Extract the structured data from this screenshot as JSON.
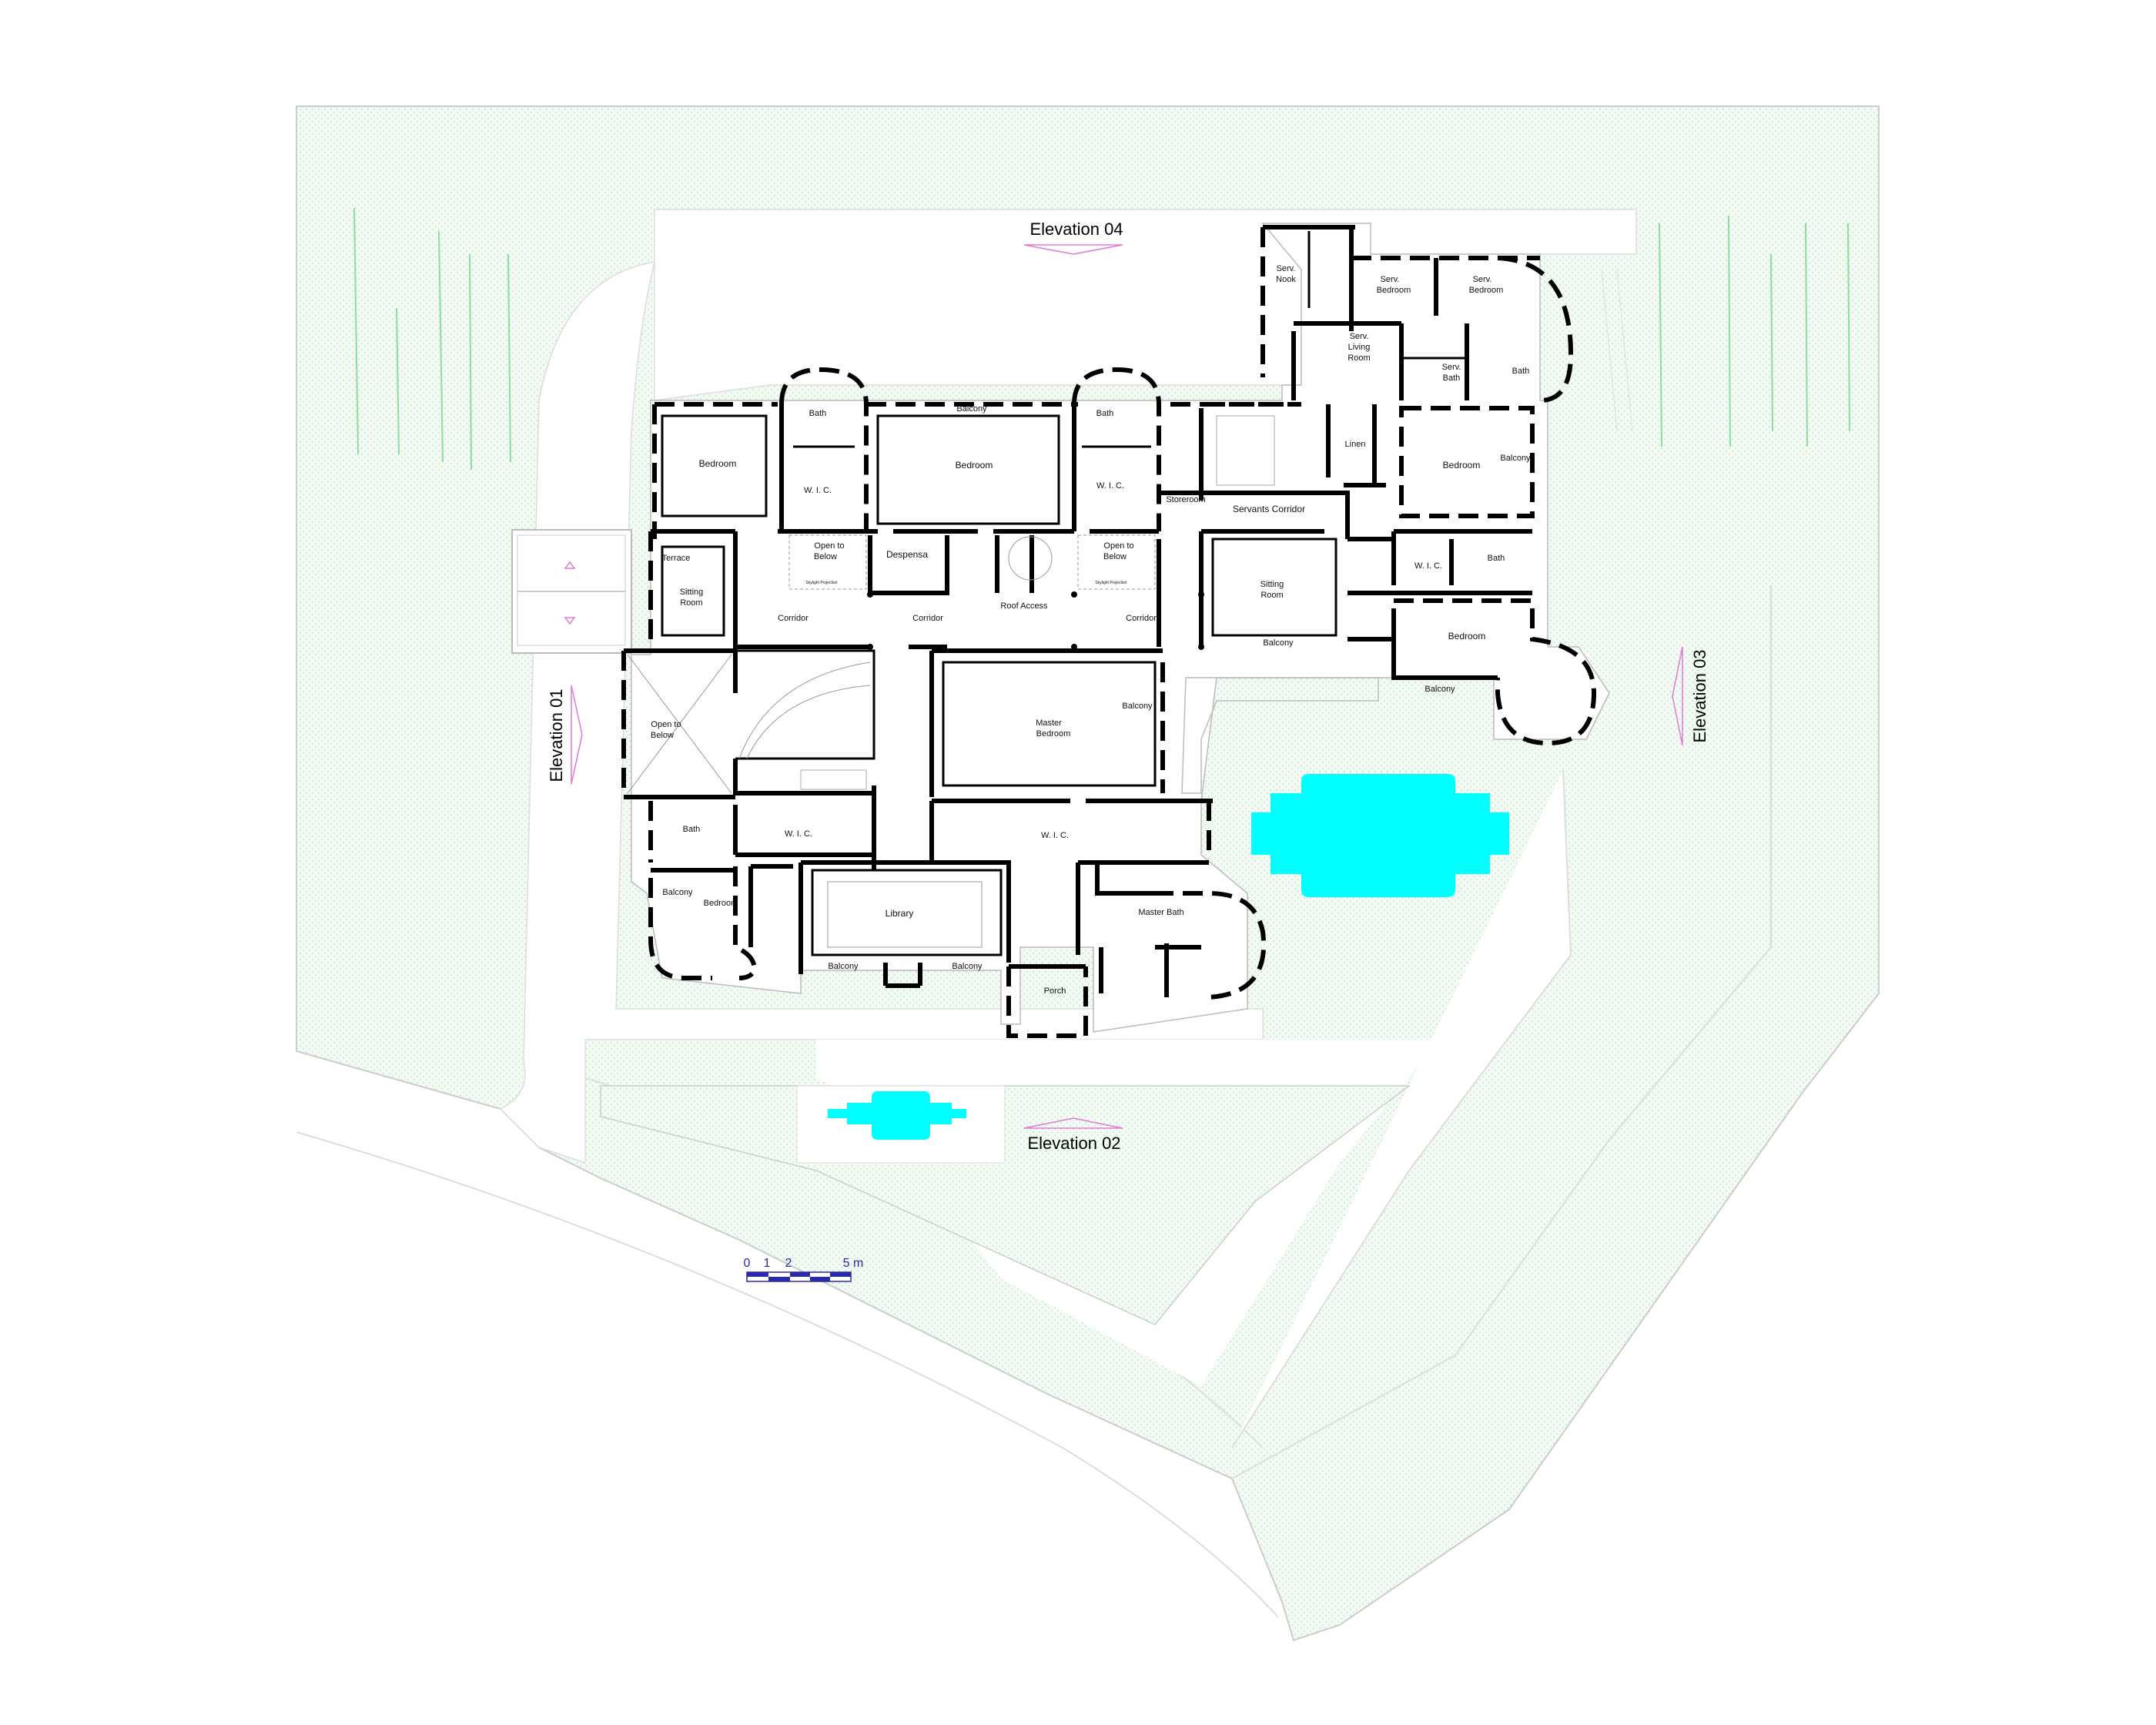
{
  "colors": {
    "lawn": "#eef6ee",
    "lawn_dot": "#bfe3c4",
    "pool": "#00ffff",
    "elevation_marker": "#e07ad8",
    "scale_bar": "#2a2aa8",
    "wall": "#000000"
  },
  "elevations": {
    "north": "Elevation 04",
    "south": "Elevation 02",
    "west": "Elevation 01",
    "east": "Elevation 03"
  },
  "rooms": {
    "serv_nook_1": "Serv.",
    "serv_nook_2": "Nook",
    "serv_bed1_1": "Serv.",
    "serv_bed1_2": "Bedroom",
    "serv_bed2_1": "Serv.",
    "serv_bed2_2": "Bedroom",
    "serv_living_1": "Serv.",
    "serv_living_2": "Living",
    "serv_living_3": "Room",
    "serv_bath_1": "Serv.",
    "serv_bath_2": "Bath",
    "bath_ne": "Bath",
    "bath_nw": "Bath",
    "bath_n": "Bath",
    "balcony_n": "Balcony",
    "bedroom_nw": "Bedroom",
    "bedroom_n": "Bedroom",
    "wic_nw": "W. I. C.",
    "wic_n": "W. I. C.",
    "linen": "Linen",
    "bedroom_ne": "Bedroom",
    "balcony_ne": "Balcony",
    "storeroom": "Storeroom",
    "servants_corridor": "Servants Corridor",
    "terrace": "Terrace",
    "sitting_w_1": "Sitting",
    "sitting_w_2": "Room",
    "open_below_1a": "Open to",
    "open_below_1b": "Below",
    "skylight_1": "Skylight Projection",
    "despensa": "Despensa",
    "open_below_2a": "Open to",
    "open_below_2b": "Below",
    "skylight_2": "Skylight Projection",
    "roof_access": "Roof Access",
    "corridor_1": "Corridor",
    "corridor_2": "Corridor",
    "corridor_3": "Corridor",
    "sitting_e_1": "Sitting",
    "sitting_e_2": "Room",
    "wic_e": "W. I. C.",
    "bath_e": "Bath",
    "balcony_e1": "Balcony",
    "bedroom_e": "Bedroom",
    "balcony_e2": "Balcony",
    "open_below_3a": "Open to",
    "open_below_3b": "Below",
    "master_1": "Master",
    "master_2": "Bedroom",
    "balcony_master": "Balcony",
    "bath_sw": "Bath",
    "wic_sw": "W. I. C.",
    "wic_master": "W. I. C.",
    "balcony_sw": "Balcony",
    "bedroom_sw": "Bedroom",
    "library": "Library",
    "master_bath": "Master Bath",
    "balcony_lib1": "Balcony",
    "balcony_lib2": "Balcony",
    "porch": "Porch"
  },
  "scale_bar": {
    "ticks": [
      "0",
      "1",
      "2",
      "5 m"
    ]
  }
}
